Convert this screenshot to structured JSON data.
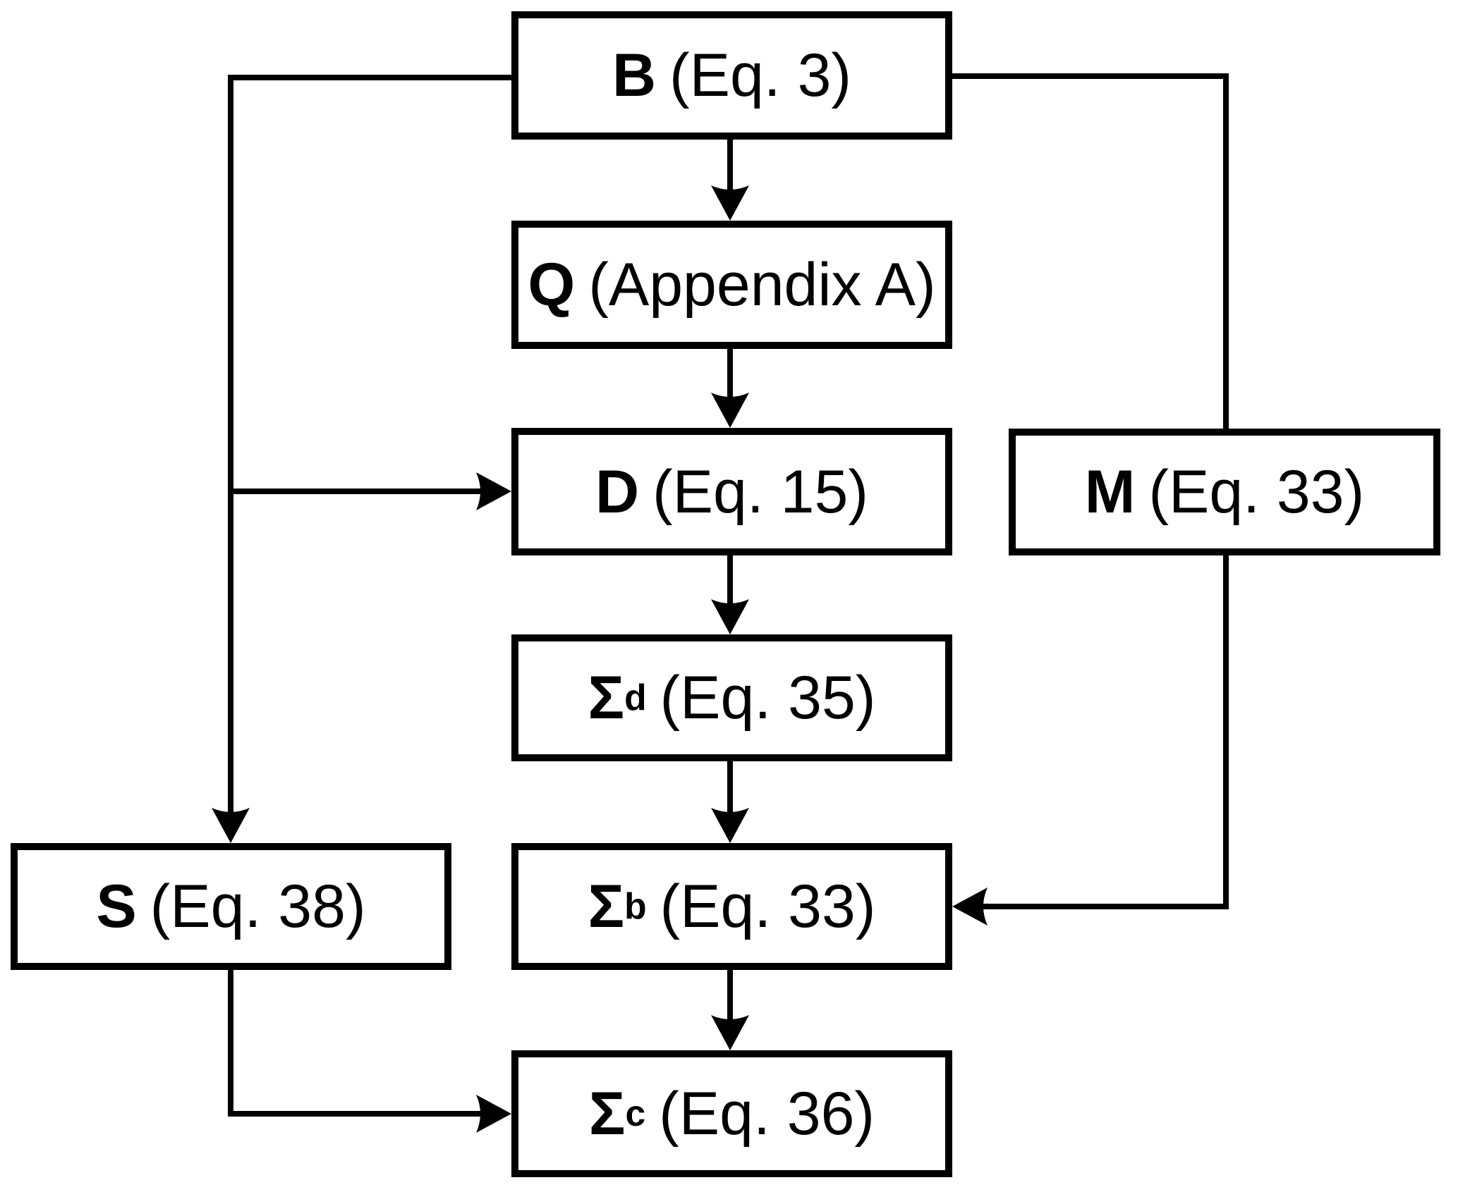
{
  "diagram": {
    "nodes": {
      "b": {
        "symbol": "B",
        "subscript": "",
        "label": "(Eq. 3)"
      },
      "q": {
        "symbol": "Q",
        "subscript": "",
        "label": "(Appendix A)"
      },
      "d": {
        "symbol": "D",
        "subscript": "",
        "label": "(Eq. 15)"
      },
      "m": {
        "symbol": "M",
        "subscript": "",
        "label": "(Eq. 33)"
      },
      "sigma_d": {
        "symbol": "Σ",
        "subscript": "d",
        "label": "(Eq. 35)"
      },
      "sigma_b": {
        "symbol": "Σ",
        "subscript": "b",
        "label": "(Eq. 33)"
      },
      "s": {
        "symbol": "S",
        "subscript": "",
        "label": "(Eq. 38)"
      },
      "sigma_c": {
        "symbol": "Σ",
        "subscript": "c",
        "label": "(Eq. 36)"
      }
    },
    "edges": [
      {
        "from": "B",
        "to": "Q",
        "arrow": "into top of Q"
      },
      {
        "from": "Q",
        "to": "D",
        "arrow": "into top of D"
      },
      {
        "from": "B",
        "to": "D",
        "arrow": "into left side of D"
      },
      {
        "from": "B",
        "to": "S",
        "arrow": "into top of S"
      },
      {
        "from": "B",
        "to": "M",
        "arrow": "plain connection into top of M"
      },
      {
        "from": "D",
        "to": "Σd",
        "arrow": "into top of Σd"
      },
      {
        "from": "Σd",
        "to": "Σb",
        "arrow": "into top of Σb"
      },
      {
        "from": "M",
        "to": "Σb",
        "arrow": "into right side of Σb"
      },
      {
        "from": "Σb",
        "to": "Σc",
        "arrow": "into top of Σc"
      },
      {
        "from": "S",
        "to": "Σc",
        "arrow": "into left side of Σc"
      }
    ]
  },
  "colors": {
    "stroke": "#000000",
    "fill": "#ffffff",
    "text": "#000000"
  }
}
